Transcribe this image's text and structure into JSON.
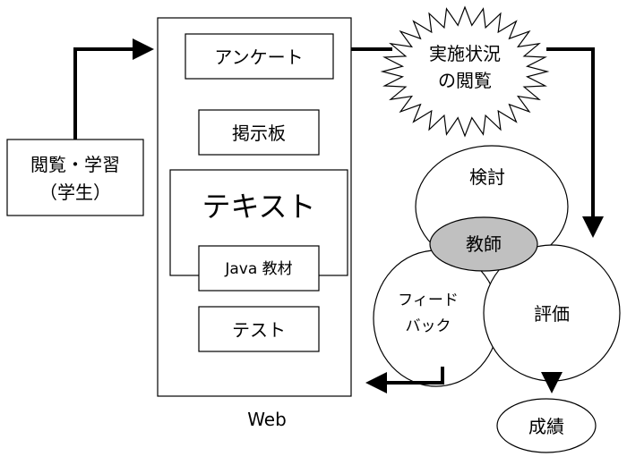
{
  "web": {
    "title": "Web",
    "items": {
      "survey": "アンケート",
      "board": "掲示板",
      "text": "テキスト",
      "java": "Java 教材",
      "test": "テスト"
    }
  },
  "student": {
    "line1": "閲覧・学習",
    "line2": "（学生）"
  },
  "status": {
    "line1": "実施状況",
    "line2": "の閲覧"
  },
  "cycle": {
    "review": "検討",
    "teacher": "教師",
    "feedback_line1": "フィード",
    "feedback_line2": "バック",
    "evaluation": "評価"
  },
  "grades": "成績",
  "colors": {
    "line": "#000000",
    "teacher_fill": "#c0c0c0",
    "box_fill": "#ffffff"
  }
}
